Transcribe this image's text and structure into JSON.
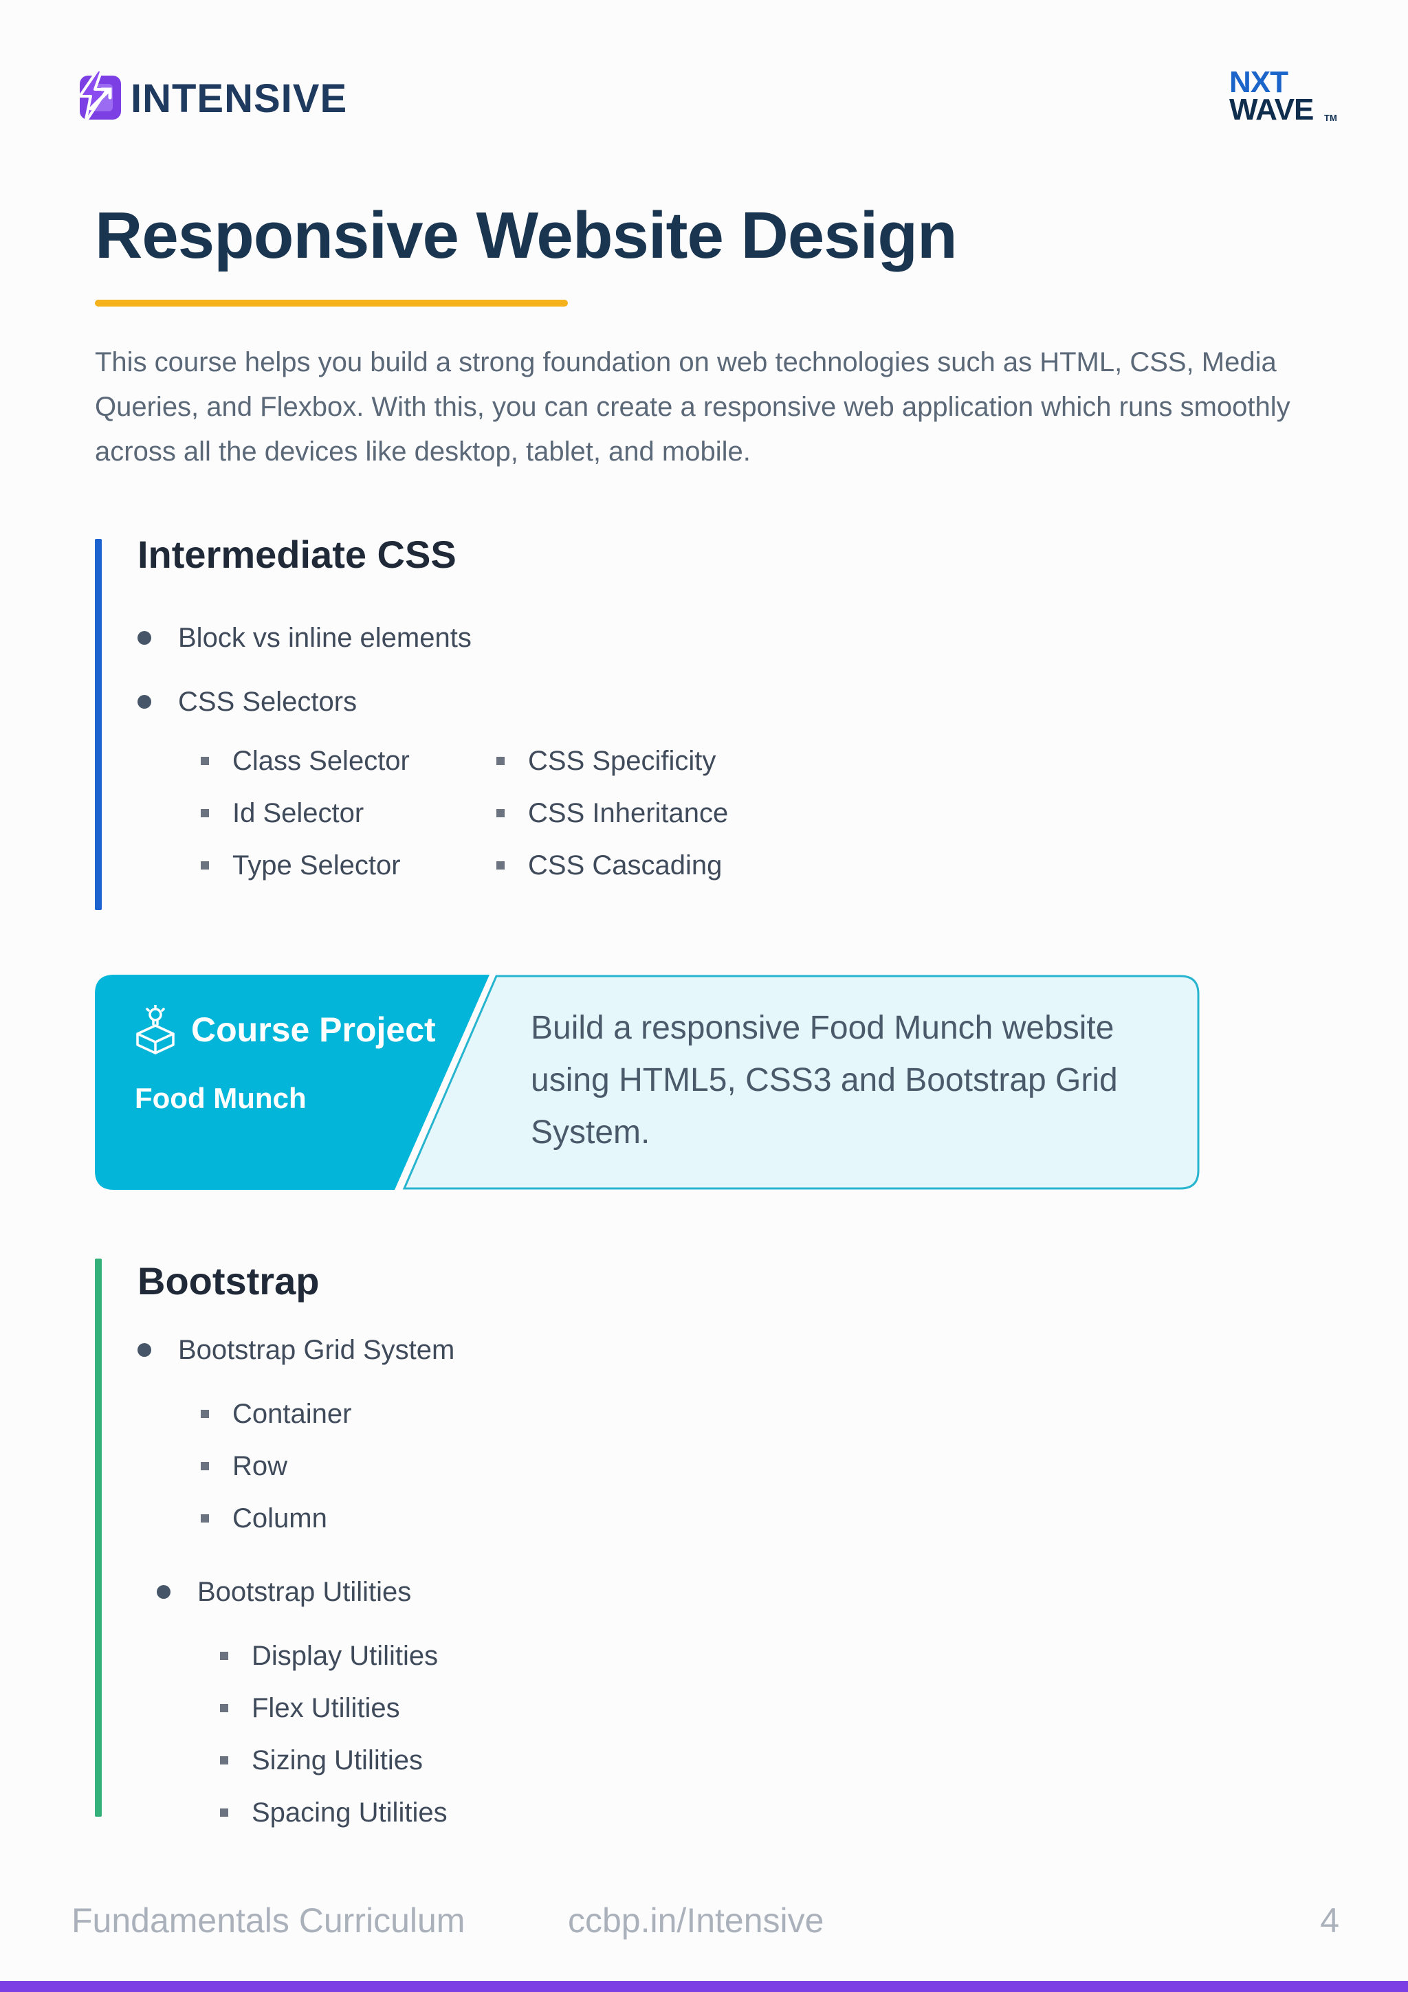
{
  "header": {
    "brand_name": "INTENSIVE",
    "partner_line1": "NXT",
    "partner_line2": "WAVE",
    "partner_tm": "TM"
  },
  "title": "Responsive Website Design",
  "intro": "This course helps you build a strong foundation on web technologies such as HTML, CSS, Media Queries, and Flexbox. With this, you can create a responsive web application which runs smoothly across all the devices like desktop, tablet, and mobile.",
  "css_section": {
    "title": "Intermediate CSS",
    "items": [
      "Block vs inline elements",
      "CSS Selectors"
    ],
    "selectors_col1": [
      "Class Selector",
      "Id Selector",
      "Type Selector"
    ],
    "selectors_col2": [
      "CSS Specificity",
      "CSS Inheritance",
      "CSS Cascading"
    ]
  },
  "project": {
    "label": "Course Project",
    "name": "Food Munch",
    "description": "Build a responsive Food Munch website using HTML5, CSS3 and Bootstrap Grid System."
  },
  "bootstrap_section": {
    "title": "Bootstrap",
    "grid": {
      "label": "Bootstrap Grid System",
      "items": [
        "Container",
        "Row",
        "Column"
      ]
    },
    "utilities": {
      "label": "Bootstrap Utilities",
      "items": [
        "Display Utilities",
        "Flex Utilities",
        "Sizing Utilities",
        "Spacing Utilities"
      ]
    }
  },
  "footer": {
    "left": "Fundamentals Curriculum",
    "middle": "ccbp.in/Intensive",
    "page": "4"
  },
  "colors": {
    "accent_purple": "#7b3fe4",
    "title_navy": "#1a3550",
    "underline_yellow": "#f5b21b",
    "css_bar_blue": "#1d63d0",
    "bootstrap_bar_green": "#34b07a",
    "project_cyan": "#00b4d8",
    "project_light": "#e6f7fb"
  },
  "icons": {
    "brand": "lightning-bolt-logo-icon",
    "project": "idea-box-icon"
  }
}
